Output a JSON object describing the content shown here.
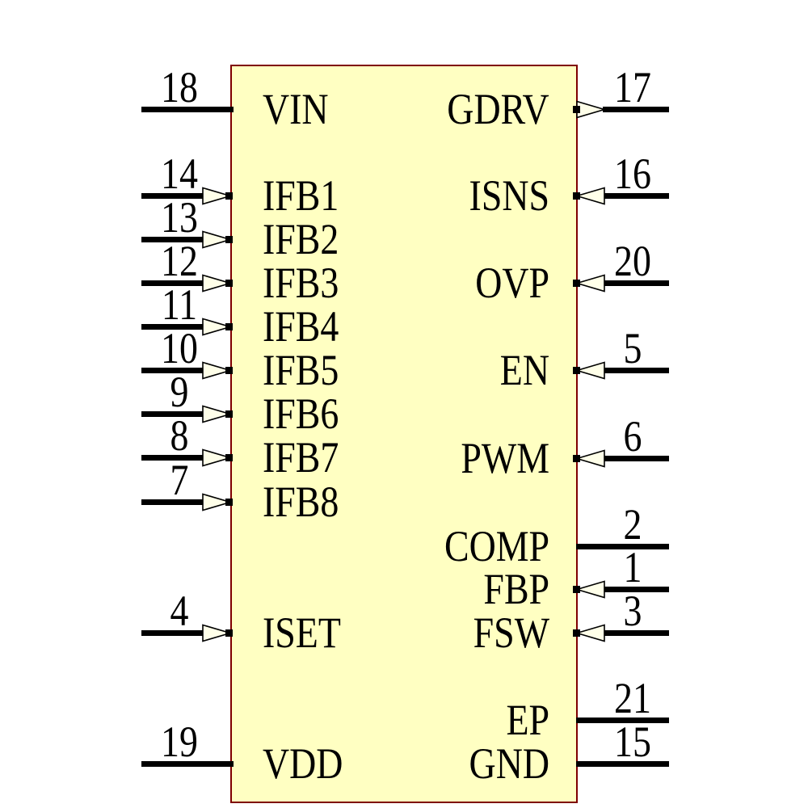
{
  "component": {
    "kind": "ic-schematic-symbol",
    "colors": {
      "body_fill": "#FFFFC2",
      "body_border": "#7F0000",
      "wire": "#000000",
      "arrow_fill": "#FFFFE9",
      "arrow_stroke": "#000000",
      "text": "#000000"
    },
    "pins": {
      "left": [
        {
          "number": "18",
          "name": "VIN",
          "direction": "none"
        },
        {
          "number": "14",
          "name": "IFB1",
          "direction": "in"
        },
        {
          "number": "13",
          "name": "IFB2",
          "direction": "in"
        },
        {
          "number": "12",
          "name": "IFB3",
          "direction": "in"
        },
        {
          "number": "11",
          "name": "IFB4",
          "direction": "in"
        },
        {
          "number": "10",
          "name": "IFB5",
          "direction": "in"
        },
        {
          "number": "9",
          "name": "IFB6",
          "direction": "in"
        },
        {
          "number": "8",
          "name": "IFB7",
          "direction": "in"
        },
        {
          "number": "7",
          "name": "IFB8",
          "direction": "in"
        },
        {
          "number": "4",
          "name": "ISET",
          "direction": "in"
        },
        {
          "number": "19",
          "name": "VDD",
          "direction": "none"
        }
      ],
      "right": [
        {
          "number": "17",
          "name": "GDRV",
          "direction": "out"
        },
        {
          "number": "16",
          "name": "ISNS",
          "direction": "in"
        },
        {
          "number": "20",
          "name": "OVP",
          "direction": "in"
        },
        {
          "number": "5",
          "name": "EN",
          "direction": "in"
        },
        {
          "number": "6",
          "name": "PWM",
          "direction": "in"
        },
        {
          "number": "2",
          "name": "COMP",
          "direction": "none"
        },
        {
          "number": "1",
          "name": "FBP",
          "direction": "in"
        },
        {
          "number": "3",
          "name": "FSW",
          "direction": "in"
        },
        {
          "number": "21",
          "name": "EP",
          "direction": "none"
        },
        {
          "number": "15",
          "name": "GND",
          "direction": "none"
        }
      ]
    }
  }
}
